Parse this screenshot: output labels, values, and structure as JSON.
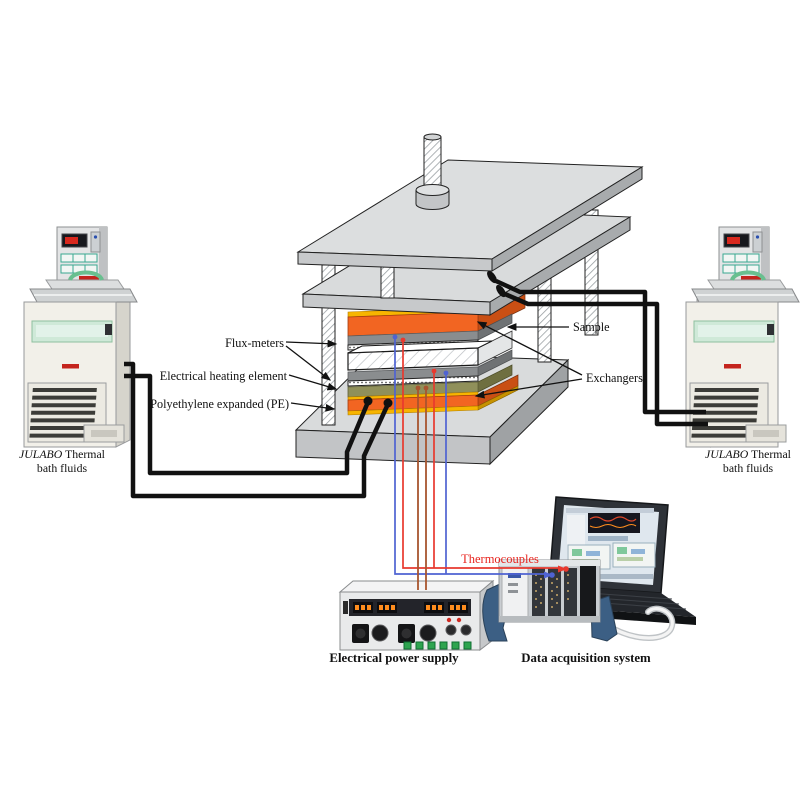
{
  "press": {
    "flux_meters": "Flux-meters",
    "heating_element": "Electrical heating element",
    "polyethylene": "Polyethylene expanded (PE)",
    "sample": "Sample",
    "exchangers": "Exchangers"
  },
  "wiring": {
    "thermocouples": "Thermocouples"
  },
  "devices": {
    "bath_left": {
      "brand": "JULABO",
      "caption_rest": " Thermal",
      "caption_line2": "bath fluids"
    },
    "bath_right": {
      "brand": "JULABO",
      "caption_rest": " Thermal",
      "caption_line2": "bath fluids"
    },
    "power_supply": {
      "caption": "Electrical power supply"
    },
    "daq": {
      "caption": "Data acquisition system"
    }
  },
  "colors": {
    "exchanger_orange": "#f26522",
    "trim_yellow": "#f7b500",
    "heater_olive": "#90905a",
    "plate_gray": "#d9dbdc",
    "wire_red": "#e8392e",
    "wire_blue": "#4f63d2",
    "wire_brown": "#a8552f",
    "wire_black": "#111111",
    "label_red": "#e8251f",
    "bath_green": "#cfe9d8",
    "stand_blue": "#3c5f84"
  }
}
